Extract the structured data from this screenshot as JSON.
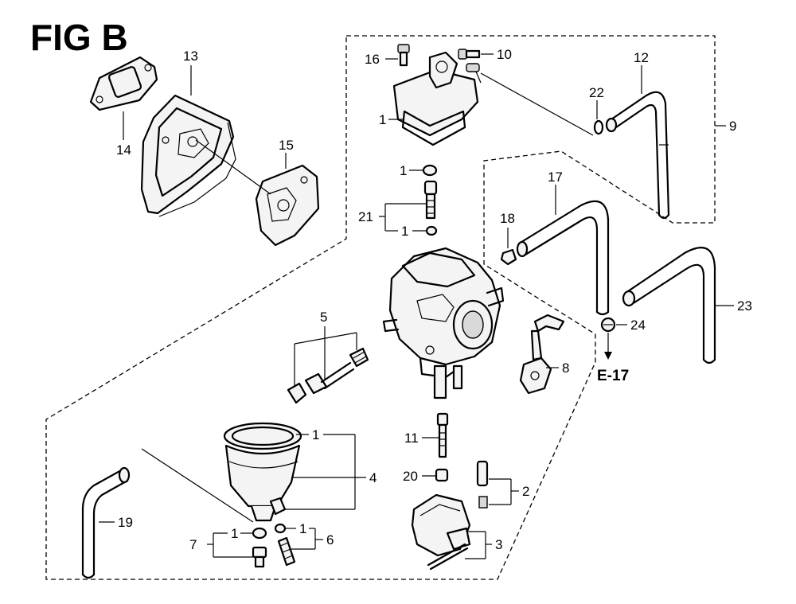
{
  "figure": {
    "title": "FIG B",
    "reference": "E-17"
  },
  "callouts": [
    {
      "id": "c16",
      "text": "16"
    },
    {
      "id": "c10",
      "text": "10"
    },
    {
      "id": "c12",
      "text": "12"
    },
    {
      "id": "c22",
      "text": "22"
    },
    {
      "id": "c9",
      "text": "9"
    },
    {
      "id": "c1a",
      "text": "1"
    },
    {
      "id": "c13",
      "text": "13"
    },
    {
      "id": "c14",
      "text": "14"
    },
    {
      "id": "c15",
      "text": "15"
    },
    {
      "id": "c1b",
      "text": "1"
    },
    {
      "id": "c21",
      "text": "21"
    },
    {
      "id": "c1c",
      "text": "1"
    },
    {
      "id": "c17",
      "text": "17"
    },
    {
      "id": "c18",
      "text": "18"
    },
    {
      "id": "c23",
      "text": "23"
    },
    {
      "id": "c24",
      "text": "24"
    },
    {
      "id": "c5",
      "text": "5"
    },
    {
      "id": "c8",
      "text": "8"
    },
    {
      "id": "c11",
      "text": "11"
    },
    {
      "id": "c1d",
      "text": "1"
    },
    {
      "id": "c4",
      "text": "4"
    },
    {
      "id": "c20",
      "text": "20"
    },
    {
      "id": "c2",
      "text": "2"
    },
    {
      "id": "c19",
      "text": "19"
    },
    {
      "id": "c1e",
      "text": "1"
    },
    {
      "id": "c1f",
      "text": "1"
    },
    {
      "id": "c7",
      "text": "7"
    },
    {
      "id": "c6",
      "text": "6"
    },
    {
      "id": "c3",
      "text": "3"
    }
  ]
}
